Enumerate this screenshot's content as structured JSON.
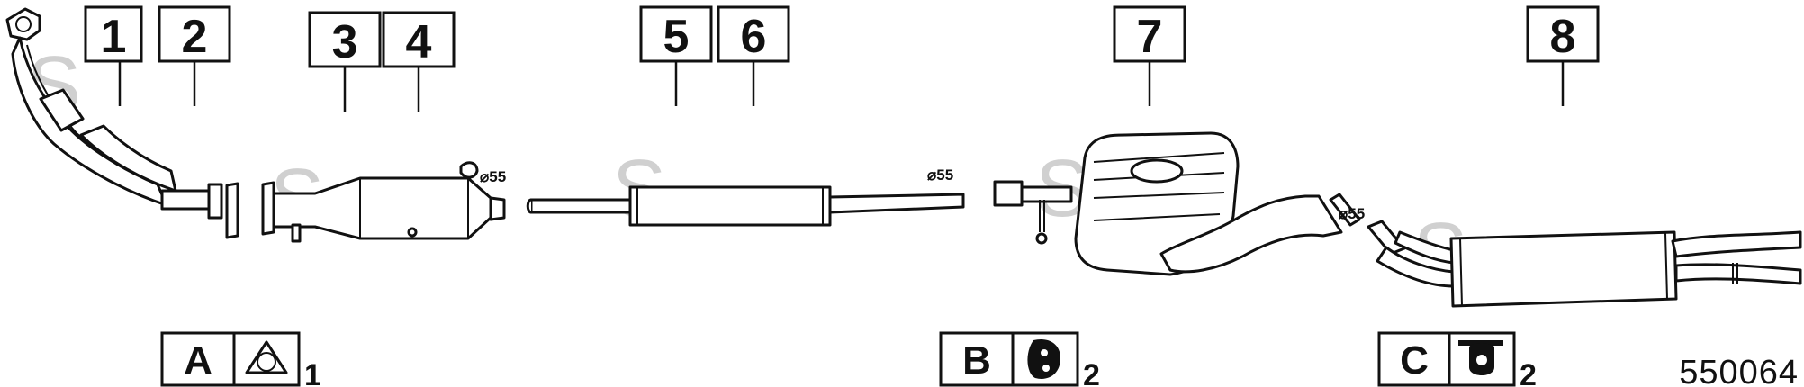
{
  "part_numbers": [
    "1",
    "2",
    "3",
    "4",
    "5",
    "6",
    "7",
    "8"
  ],
  "pipe_diameter_label": "55",
  "watermark": "S",
  "kits": [
    {
      "letter": "A",
      "icon": "flange-gasket-icon",
      "quantity": "1"
    },
    {
      "letter": "B",
      "icon": "rubber-hanger-icon",
      "quantity": "2"
    },
    {
      "letter": "C",
      "icon": "hanger-bracket-icon",
      "quantity": "2"
    }
  ],
  "diagram_code": "550064"
}
